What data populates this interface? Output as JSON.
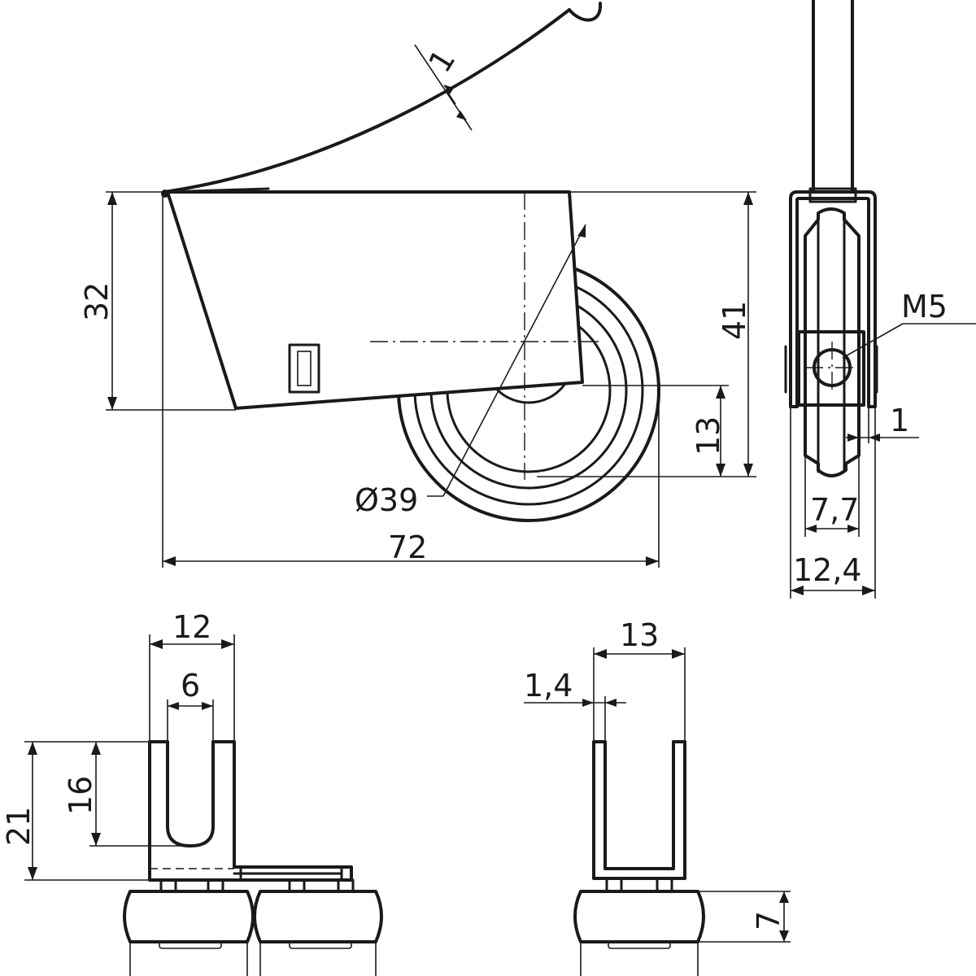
{
  "dimensions": {
    "hanger_thickness": "1",
    "body_height": "32",
    "total_height": "41",
    "wheel_offset": "13",
    "wheel_diameter": "Ø39",
    "total_length": "72",
    "thread": "M5",
    "clearance": "1",
    "wheel_width": "7,7",
    "side_width": "12,4",
    "slot_outer": "12",
    "slot_inner": "6",
    "bracket_height": "21",
    "slot_depth": "16",
    "channel_width": "13",
    "sheet_thickness": "1,4",
    "roller_height": "7"
  }
}
